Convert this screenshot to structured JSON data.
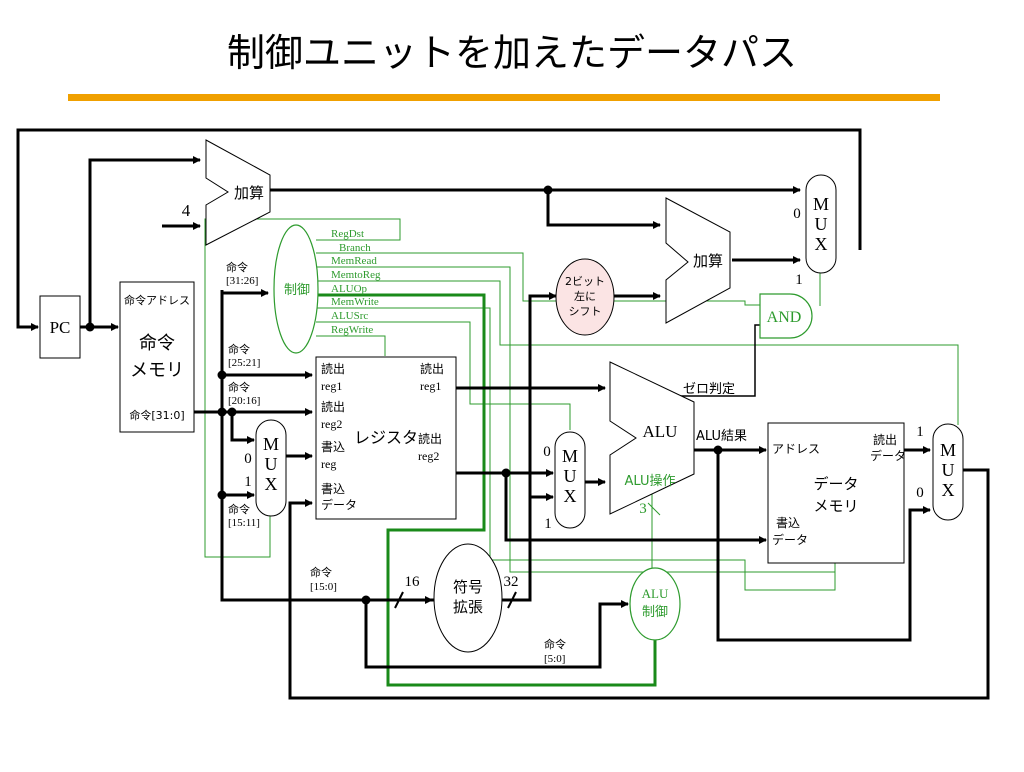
{
  "slide": {
    "title": "制御ユニットを加えたデータパス",
    "title_color": "#000000",
    "rule_color": "#f0a000"
  },
  "colors": {
    "wire": "#000000",
    "control": "#2e9b2e",
    "shifter_fill": "#fbe4e4"
  },
  "blocks": {
    "pc": "PC",
    "adder_pc": "加算",
    "adder_branch": "加算",
    "const4": "4",
    "imem": {
      "addr_label": "命令アドレス",
      "title_line1": "命令",
      "title_line2": "メモリ",
      "out_label": "命令[31:0]"
    },
    "control": "制御",
    "regfile": {
      "title": "レジスタ",
      "read1a": "読出",
      "read1b": "reg1",
      "read2a": "読出",
      "read2b": "reg2",
      "write_rega": "書込",
      "write_regb": "reg",
      "write_dataa": "書込",
      "write_datab": "データ",
      "out1a": "読出",
      "out1b": "reg1",
      "out2a": "読出",
      "out2b": "reg2"
    },
    "shift": {
      "line1": "2ビット",
      "line2": "左に",
      "line3": "シフト"
    },
    "sign_ext": {
      "line1": "符号",
      "line2": "拡張"
    },
    "alu": {
      "title": "ALU",
      "zero": "ゼロ判定",
      "result": "ALU結果",
      "op": "ALU操作",
      "op_bits": "3"
    },
    "alu_ctrl": {
      "line1": "ALU",
      "line2": "制御"
    },
    "and_gate": "AND",
    "dmem": {
      "addr": "アドレス",
      "title1": "データ",
      "title2": "メモリ",
      "read1": "読出",
      "read2": "データ",
      "write1": "書込",
      "write2": "データ"
    },
    "mux_letters": [
      "M",
      "U",
      "X"
    ]
  },
  "labels": {
    "inst_31_26_a": "命令",
    "inst_31_26_b": "[31:26]",
    "inst_25_21_a": "命令",
    "inst_25_21_b": "[25:21]",
    "inst_20_16_a": "命令",
    "inst_20_16_b": "[20:16]",
    "inst_15_11_a": "命令",
    "inst_15_11_b": "[15:11]",
    "inst_15_0_a": "命令",
    "inst_15_0_b": "[15:0]",
    "inst_5_0_a": "命令",
    "inst_5_0_b": "[5:0]",
    "bits16": "16",
    "bits32": "32",
    "mux_pc_0": "0",
    "mux_pc_1": "1",
    "mux_reg_0": "0",
    "mux_reg_1": "1",
    "mux_alu_0": "0",
    "mux_alu_1": "1",
    "mux_wb_0": "0",
    "mux_wb_1": "1"
  },
  "control_signals": [
    "RegDst",
    "Branch",
    "MemRead",
    "MemtoReg",
    "ALUOp",
    "MemWrite",
    "ALUSrc",
    "RegWrite"
  ]
}
